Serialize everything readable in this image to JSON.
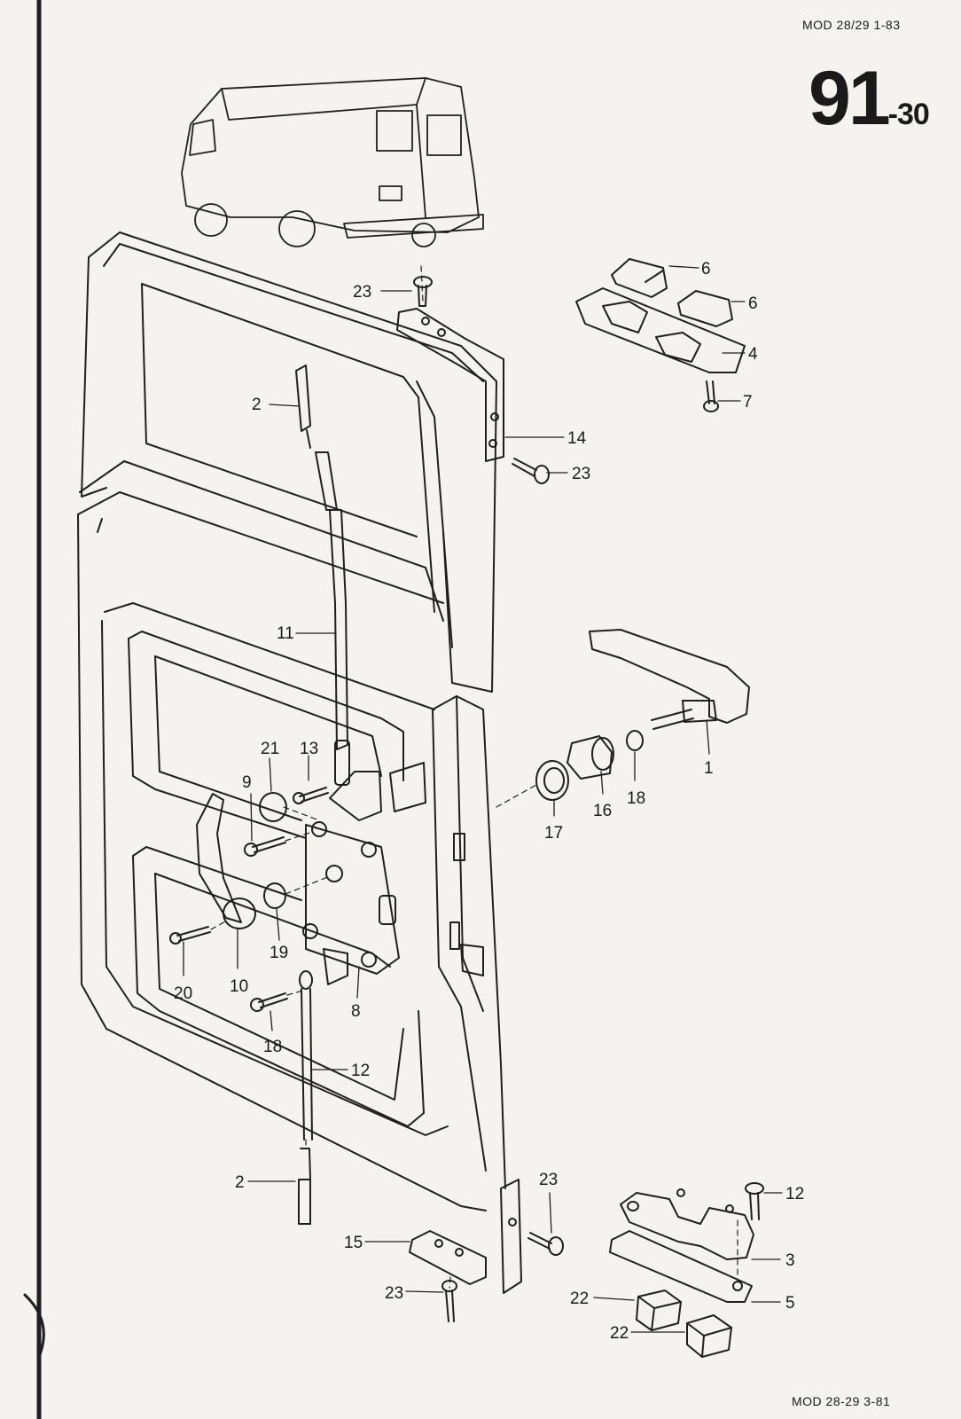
{
  "header": {
    "model_code_top": "MOD 28/29 1-83",
    "section_major": "91",
    "section_minor": "-30",
    "model_code_bottom": "MOD 28-29 3-81"
  },
  "callouts": {
    "c_23_top": "23",
    "c_6_a": "6",
    "c_6_b": "6",
    "c_4": "4",
    "c_7": "7",
    "c_2_top": "2",
    "c_14": "14",
    "c_23_mid": "23",
    "c_11": "11",
    "c_1": "1",
    "c_21": "21",
    "c_13": "13",
    "c_9": "9",
    "c_18_handle": "18",
    "c_16": "16",
    "c_17": "17",
    "c_19": "19",
    "c_10": "10",
    "c_20": "20",
    "c_8": "8",
    "c_18_lower": "18",
    "c_12_rod": "12",
    "c_2_bottom": "2",
    "c_23_hinge": "23",
    "c_12_screw": "12",
    "c_15": "15",
    "c_3": "3",
    "c_23_bottom": "23",
    "c_5": "5",
    "c_22_a": "22",
    "c_22_b": "22"
  }
}
